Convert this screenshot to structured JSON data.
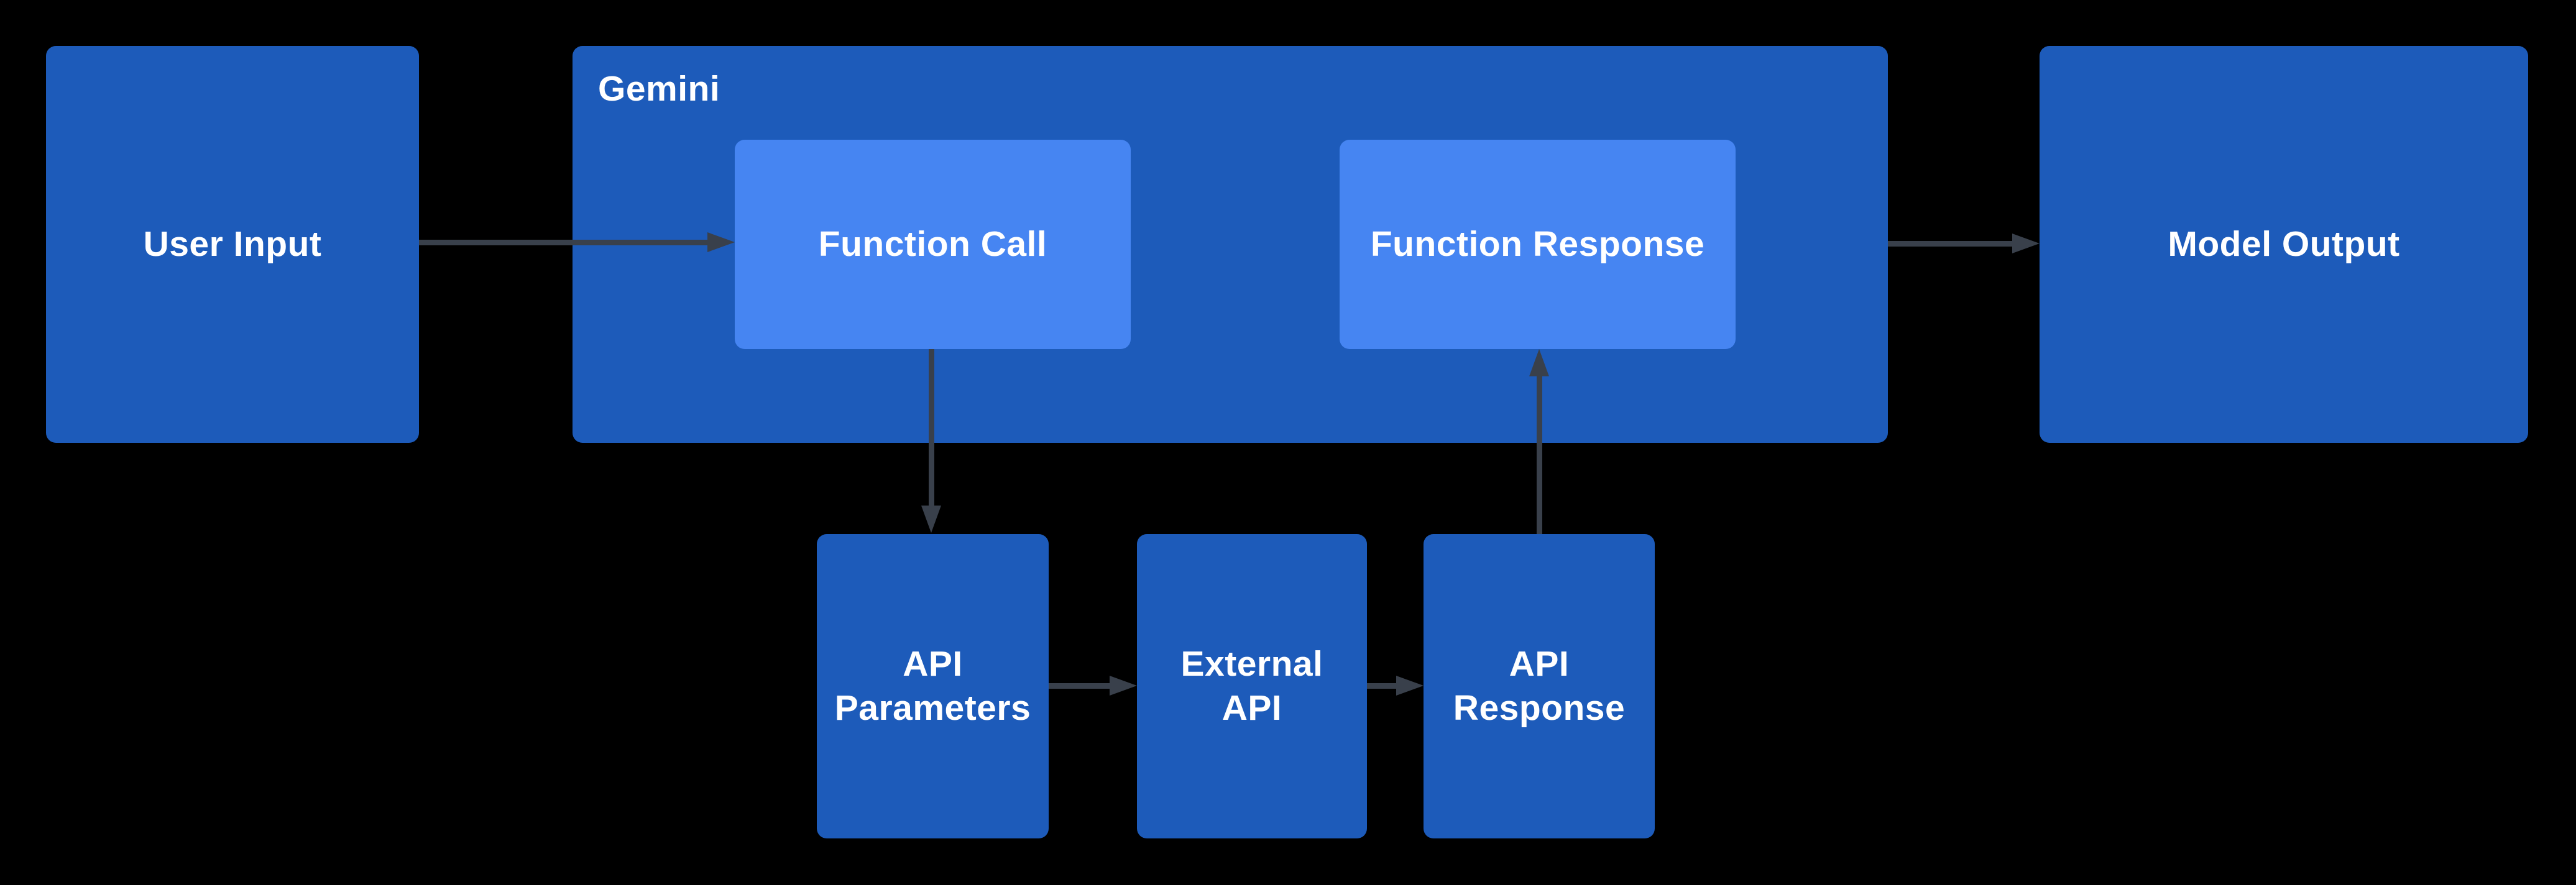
{
  "diagram": {
    "background_color": "#000000",
    "colors": {
      "background": "#000000",
      "box_dark": "#1d5bba",
      "box_light": "#4685f2",
      "arrow": "#39404b",
      "label_text": "#ffffff"
    },
    "nodes": {
      "user_input": {
        "label": "User Input"
      },
      "gemini": {
        "label": "Gemini"
      },
      "function_call": {
        "label": "Function Call"
      },
      "function_response": {
        "label": "Function Response"
      },
      "model_output": {
        "label": "Model Output"
      },
      "api_parameters": {
        "label": "API\nParameters"
      },
      "external_api": {
        "label": "External\nAPI"
      },
      "api_response": {
        "label": "API\nResponse"
      }
    },
    "connections": [
      {
        "from": "user_input",
        "to": "function_call",
        "direction": "right"
      },
      {
        "from": "gemini",
        "to": "model_output",
        "direction": "right"
      },
      {
        "from": "function_call",
        "to": "api_parameters",
        "direction": "down"
      },
      {
        "from": "api_response",
        "to": "function_response",
        "direction": "up"
      },
      {
        "from": "api_parameters",
        "to": "external_api",
        "direction": "right"
      },
      {
        "from": "external_api",
        "to": "api_response",
        "direction": "right"
      }
    ]
  }
}
